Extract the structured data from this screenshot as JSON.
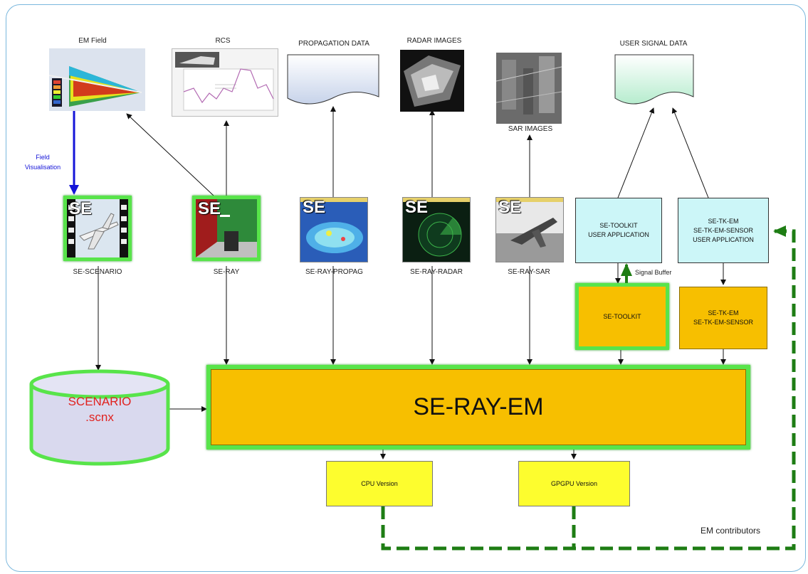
{
  "top_labels": {
    "em_field": "EM Field",
    "rcs": "RCS",
    "propagation_data": "PROPAGATION DATA",
    "radar_images": "RADAR IMAGES",
    "sar_images": "SAR IMAGES",
    "user_signal_data": "USER SIGNAL DATA"
  },
  "field_visualisation": "Field\nVisualisation",
  "engines": [
    {
      "tag": "SE",
      "label": "SE-SCENARIO"
    },
    {
      "tag": "SE",
      "label": "SE-RAY"
    },
    {
      "tag": "SE",
      "label": "SE-RAY-PROPAG"
    },
    {
      "tag": "SE",
      "label": "SE-RAY-RADAR"
    },
    {
      "tag": "SE",
      "label": "SE-RAY-SAR"
    }
  ],
  "toolkit_app": "SE-TOOLKIT\nUSER APPLICATION",
  "tkem_app": "SE-TK-EM\nSE-TK-EM-SENSOR\nUSER APPLICATION",
  "signal_buffer": "Signal Buffer",
  "se_toolkit": "SE-TOOLKIT",
  "se_tkem": "SE-TK-EM\nSE-TK-EM-SENSOR",
  "scenario_db": "SCENARIO\n.scnx",
  "main": "SE-RAY-EM",
  "cpu": "CPU Version",
  "gpgpu": "GPGPU Version",
  "em_contributors": "EM contributors",
  "colors": {
    "orange": "#f7bf00",
    "green_frame": "#58e44a",
    "dashed": "#1e7d14",
    "blue_arrow": "#1414d8",
    "cyan": "#ccf6f8",
    "yellow": "#fdfd2e"
  }
}
